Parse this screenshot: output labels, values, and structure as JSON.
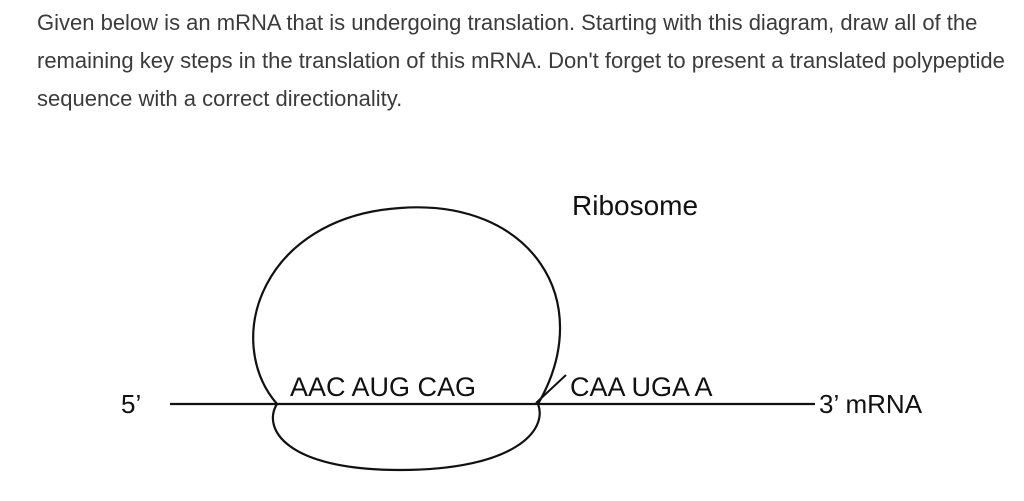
{
  "question": {
    "text": "Given below is an mRNA that is undergoing translation. Starting with this diagram, draw all of the remaining key steps in the translation of this mRNA. Don't forget to present a translated polypeptide sequence with a correct directionality."
  },
  "diagram": {
    "ribosome_label": "Ribosome",
    "five_prime_label": "5’",
    "three_prime_label": "3’ mRNA",
    "sequence_left": "AAC AUG CAG",
    "sequence_right": "CAA UGA A"
  }
}
